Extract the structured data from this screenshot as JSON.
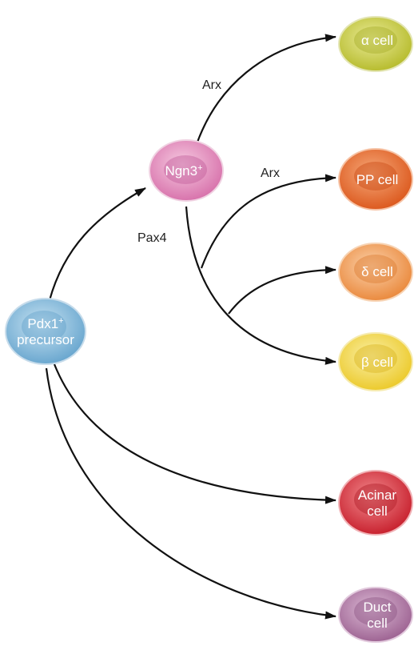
{
  "cells": {
    "pdx1": {
      "line1": "Pdx1",
      "sup": "+",
      "line2": "precursor",
      "color": "#7fb6d8"
    },
    "ngn3": {
      "line1": "Ngn3",
      "sup": "+",
      "color": "#e58cbd"
    },
    "alpha": {
      "label": "α cell",
      "color": "#c9cd4a"
    },
    "pp": {
      "label": "PP cell",
      "color": "#e86a2c"
    },
    "delta": {
      "label": "δ cell",
      "color": "#f09a55"
    },
    "beta": {
      "label": "β cell",
      "color": "#f2d94b"
    },
    "acinar": {
      "line1": "Acinar",
      "line2": "cell",
      "color": "#d8343f"
    },
    "duct": {
      "line1": "Duct",
      "line2": "cell",
      "color": "#b57aaa"
    }
  },
  "labels": {
    "arx_top": "Arx",
    "arx_mid": "Arx",
    "pax4": "Pax4"
  }
}
